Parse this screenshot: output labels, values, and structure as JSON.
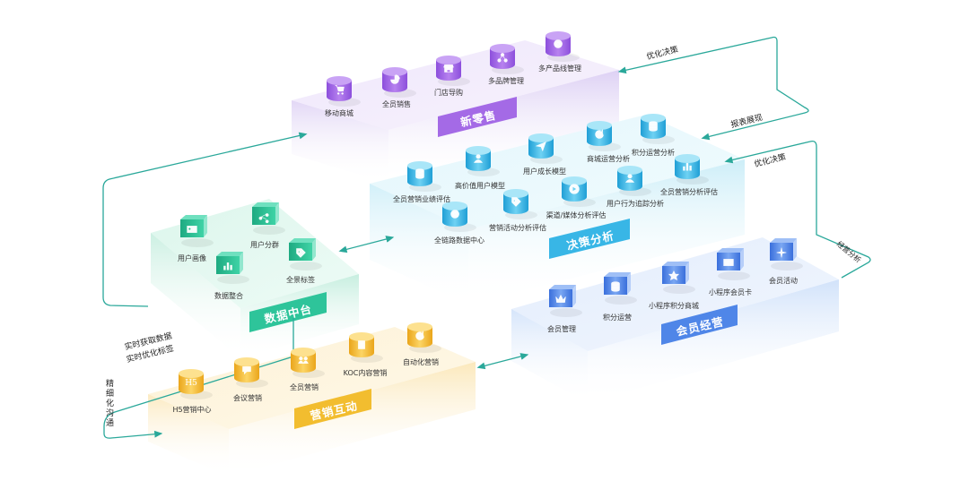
{
  "platforms": {
    "retail": {
      "title": "新零售",
      "items": [
        {
          "label": "移动商城",
          "icon": "cart-icon"
        },
        {
          "label": "全员销售",
          "icon": "pie-icon"
        },
        {
          "label": "门店导购",
          "icon": "store-icon"
        },
        {
          "label": "多品牌管理",
          "icon": "nodes-icon"
        },
        {
          "label": "多产品线管理",
          "icon": "target-icon"
        }
      ]
    },
    "decision": {
      "title": "决策分析",
      "items": [
        {
          "label": "商城运营分析",
          "icon": "refresh-icon"
        },
        {
          "label": "积分运营分析",
          "icon": "database-icon"
        },
        {
          "label": "用户成长模型",
          "icon": "send-icon"
        },
        {
          "label": "高价值用户模型",
          "icon": "user-icon"
        },
        {
          "label": "全员营销业绩评估",
          "icon": "database-icon"
        },
        {
          "label": "用户行为追踪分析",
          "icon": "user-icon"
        },
        {
          "label": "全员营销分析评估",
          "icon": "bar-chart-icon"
        },
        {
          "label": "营销活动分析评估",
          "icon": "tag-icon"
        },
        {
          "label": "渠道/媒体分析评估",
          "icon": "play-icon"
        },
        {
          "label": "全链路数据中心",
          "icon": "target-icon"
        }
      ]
    },
    "data": {
      "title": "数据中台",
      "items": [
        {
          "label": "用户画像",
          "icon": "id-card-icon"
        },
        {
          "label": "用户分群",
          "icon": "share-icon"
        },
        {
          "label": "数据整合",
          "icon": "bar-chart-icon"
        },
        {
          "label": "全景标签",
          "icon": "tag-icon"
        }
      ]
    },
    "member": {
      "title": "会员经营",
      "items": [
        {
          "label": "会员管理",
          "icon": "crown-icon"
        },
        {
          "label": "积分运营",
          "icon": "database-icon"
        },
        {
          "label": "小程序积分商城",
          "icon": "star-icon"
        },
        {
          "label": "小程序会员卡",
          "icon": "card-icon"
        },
        {
          "label": "会员活动",
          "icon": "star-burst-icon"
        }
      ]
    },
    "marketing": {
      "title": "营销互动",
      "items": [
        {
          "label": "H5营销中心",
          "icon": "h5-icon"
        },
        {
          "label": "会议营销",
          "icon": "chat-icon"
        },
        {
          "label": "全员营销",
          "icon": "group-icon"
        },
        {
          "label": "KOC内容营销",
          "icon": "document-icon"
        },
        {
          "label": "自动化营销",
          "icon": "refresh-icon"
        }
      ]
    }
  },
  "annotations": {
    "optimize_decision_top": "优化决策",
    "report_display": "报表展现",
    "optimize_decision_mid": "优化决策",
    "operation_analysis": "经营分析",
    "realtime_data": "实时获取数据",
    "realtime_tags": "实时优化标签",
    "refined_comm": [
      "精",
      "细",
      "化",
      "沟",
      "通"
    ]
  },
  "colors": {
    "retail": "#a46ae6",
    "decision": "#38b6e6",
    "data": "#2ec49a",
    "member": "#4f86e8",
    "marketing": "#f2bd2f",
    "connector": "#2aa89a"
  }
}
